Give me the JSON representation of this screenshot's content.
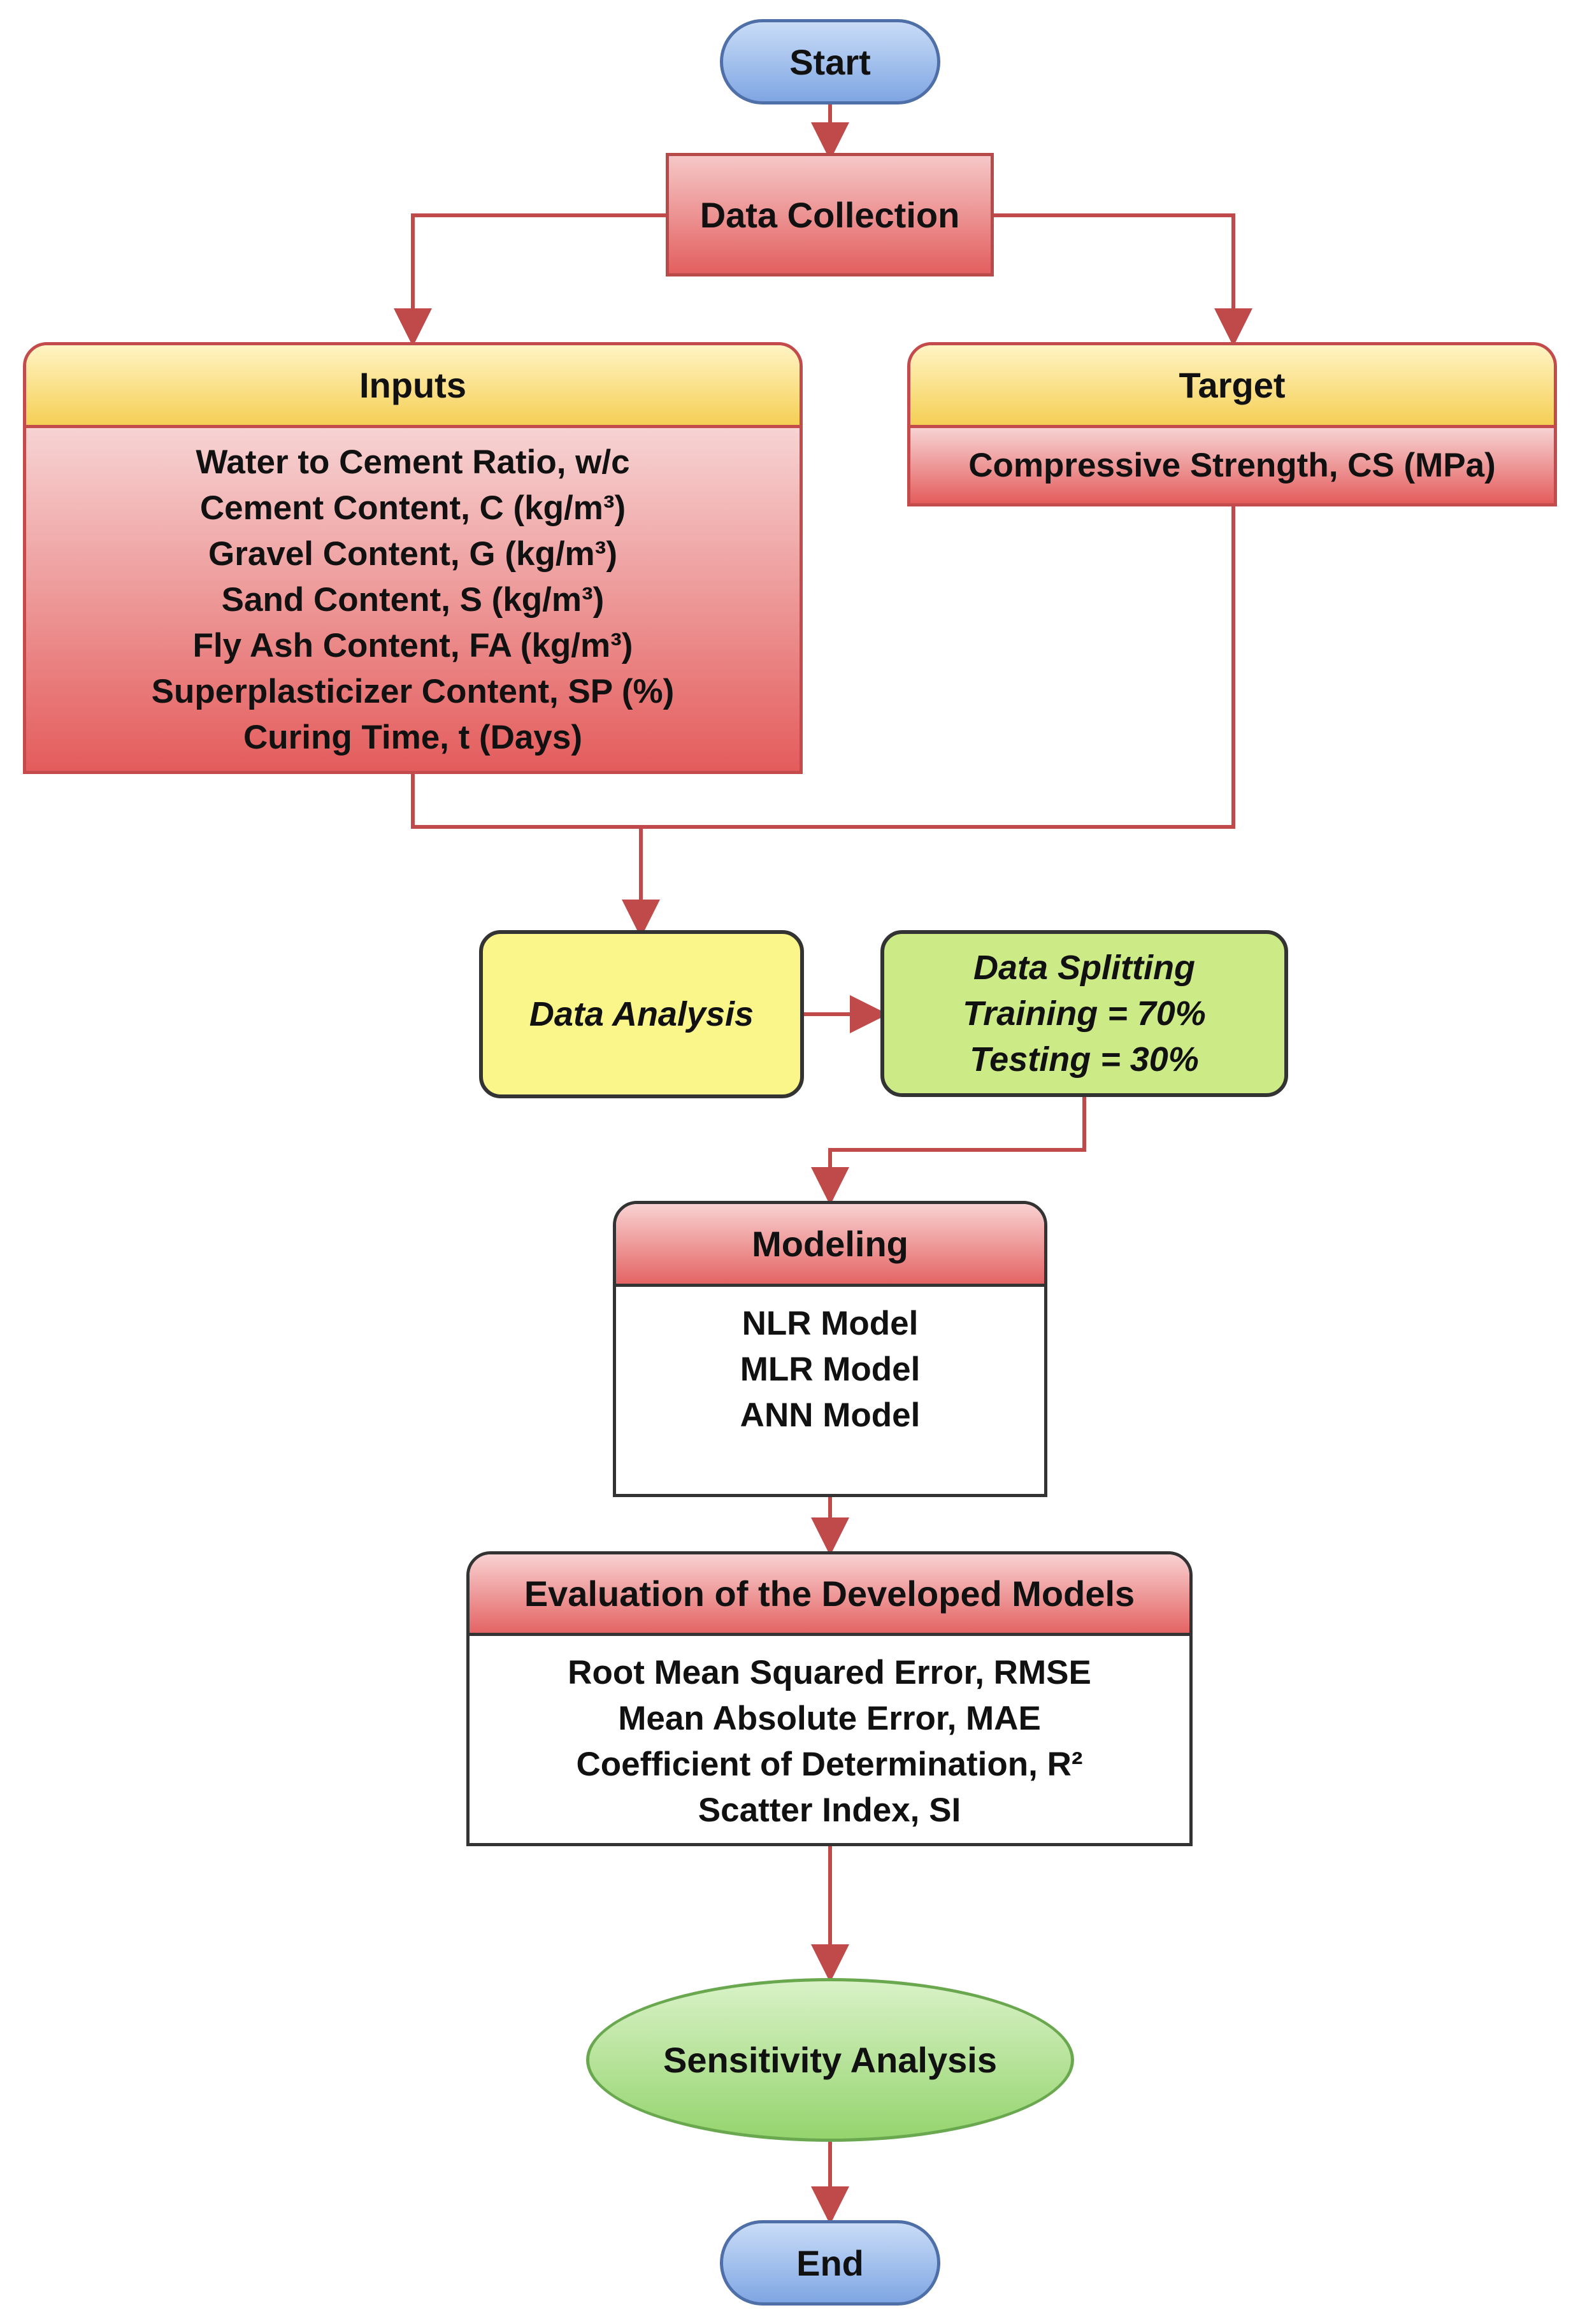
{
  "start": "Start",
  "data_collection": "Data Collection",
  "inputs": {
    "title": "Inputs",
    "items": [
      "Water to Cement Ratio, w/c",
      "Cement Content, C (kg/m³)",
      "Gravel Content, G (kg/m³)",
      "Sand Content, S (kg/m³)",
      "Fly Ash Content, FA (kg/m³)",
      "Superplasticizer Content, SP (%)",
      "Curing Time, t (Days)"
    ]
  },
  "target": {
    "title": "Target",
    "items": [
      "Compressive Strength, CS (MPa)"
    ]
  },
  "data_analysis": "Data Analysis",
  "data_splitting": {
    "lines": [
      "Data Splitting",
      "Training = 70%",
      "Testing = 30%"
    ]
  },
  "modeling": {
    "title": "Modeling",
    "items": [
      "NLR Model",
      "MLR Model",
      "ANN Model"
    ]
  },
  "evaluation": {
    "title": "Evaluation of the Developed Models",
    "items": [
      "Root Mean Squared Error, RMSE",
      "Mean Absolute Error, MAE",
      "Coefficient of Determination, R²",
      "Scatter Index, SI"
    ]
  },
  "sensitivity": "Sensitivity Analysis",
  "end": "End",
  "colors": {
    "connector": "#c04a4a",
    "start_end_fill": "#9dbbee",
    "red_fill": "#e46464",
    "yellow_header": "#f5cf55",
    "analysis_fill": "#fbf68a",
    "splitting_fill": "#ccea85",
    "sensitivity_fill": "#a8dc84"
  }
}
